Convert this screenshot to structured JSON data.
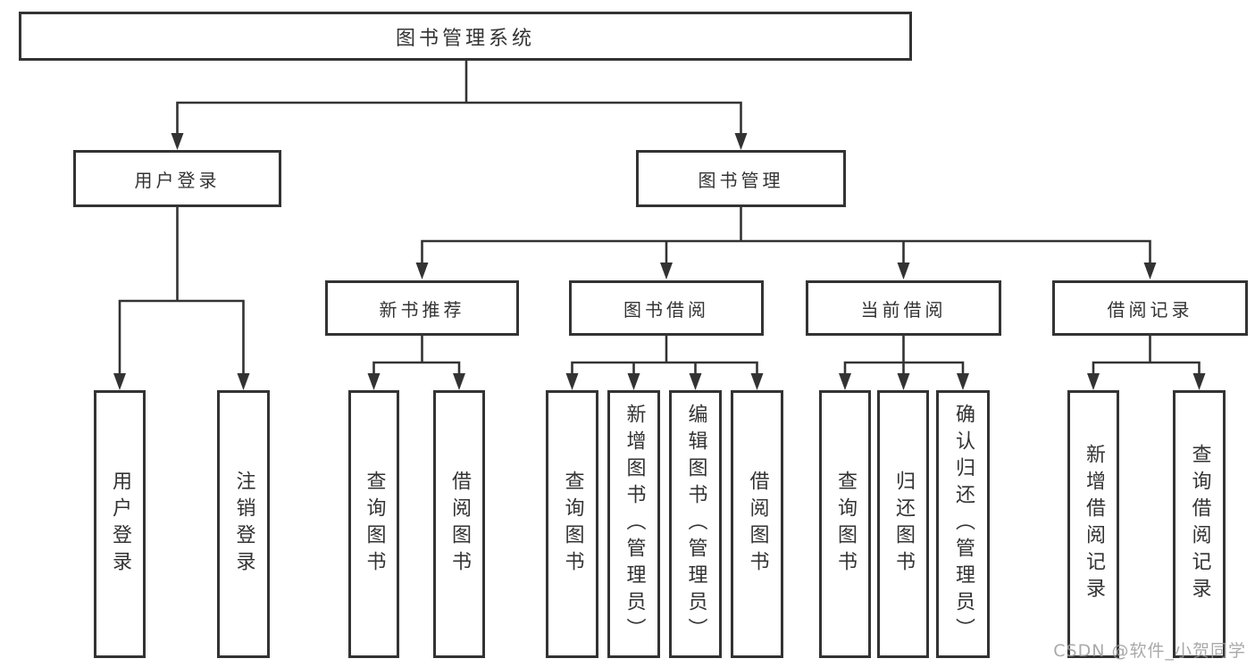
{
  "diagram": {
    "type": "tree",
    "line_color": "#333333",
    "box_border_color": "#333333",
    "text_color": "#333333",
    "background_color": "#ffffff",
    "nodes": {
      "root": {
        "label": "图书管理系统"
      },
      "user_login": {
        "label": "用户登录",
        "parent": "root"
      },
      "book_mgmt": {
        "label": "图书管理",
        "parent": "root"
      },
      "new_book_rec": {
        "label": "新书推荐",
        "parent": "book_mgmt"
      },
      "book_borrow": {
        "label": "图书借阅",
        "parent": "book_mgmt"
      },
      "current_borrow": {
        "label": "当前借阅",
        "parent": "book_mgmt"
      },
      "borrow_records": {
        "label": "借阅记录",
        "parent": "book_mgmt"
      },
      "leaf_user_login": {
        "label": "用户登录",
        "parent": "user_login"
      },
      "leaf_logout": {
        "label": "注销登录",
        "parent": "user_login"
      },
      "leaf_query_book_a": {
        "label": "查询图书",
        "parent": "new_book_rec"
      },
      "leaf_borrow_book_a": {
        "label": "借阅图书",
        "parent": "new_book_rec"
      },
      "leaf_query_book_b": {
        "label": "查询图书",
        "parent": "book_borrow"
      },
      "leaf_add_book": {
        "label": "新增图书（管理员）",
        "parent": "book_borrow"
      },
      "leaf_edit_book": {
        "label": "编辑图书（管理员）",
        "parent": "book_borrow"
      },
      "leaf_borrow_book_b": {
        "label": "借阅图书",
        "parent": "book_borrow"
      },
      "leaf_query_book_c": {
        "label": "查询图书",
        "parent": "current_borrow"
      },
      "leaf_return_book": {
        "label": "归还图书",
        "parent": "current_borrow"
      },
      "leaf_confirm_return": {
        "label": "确认归还（管理员）",
        "parent": "current_borrow"
      },
      "leaf_add_borrow_record": {
        "label": "新增借阅记录",
        "parent": "borrow_records"
      },
      "leaf_query_borrow_record": {
        "label": "查询借阅记录",
        "parent": "borrow_records"
      }
    },
    "watermark": {
      "text": "CSDN @软件_小贺同学",
      "color": "#9b9b9b"
    }
  }
}
